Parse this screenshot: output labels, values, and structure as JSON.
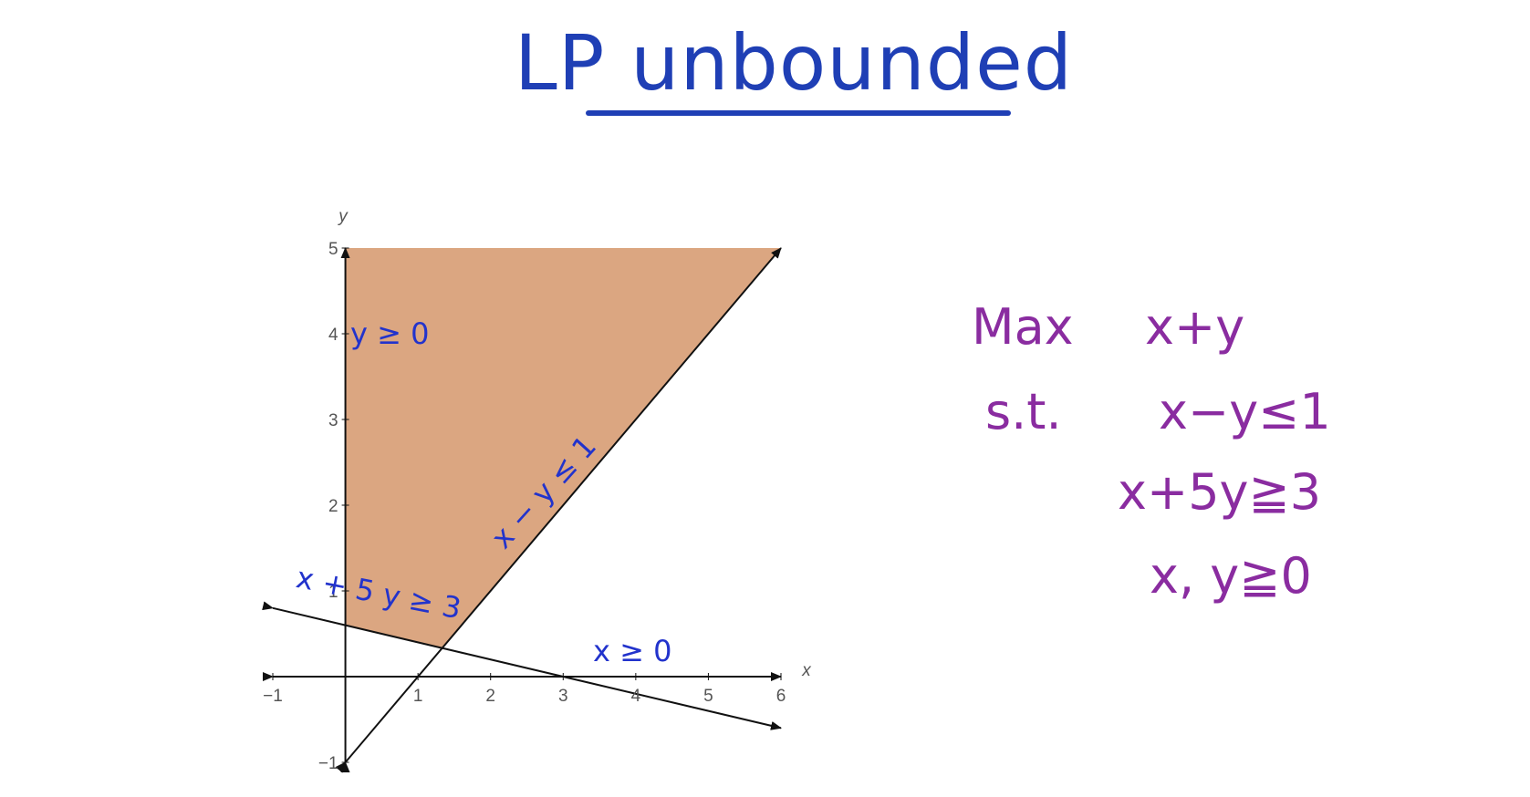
{
  "title": "LP unbounded",
  "colors": {
    "title": "#1f3fb5",
    "feasible_region": "#d9a17a",
    "constraint_label": "#2233cc",
    "formulation": "#8a2ca0",
    "axis": "#111111"
  },
  "chart_data": {
    "type": "line",
    "xlabel": "x",
    "ylabel": "y",
    "xlim": [
      -1,
      6
    ],
    "ylim": [
      -1,
      5
    ],
    "x_ticks": [
      "−1",
      "1",
      "2",
      "3",
      "4",
      "5",
      "6"
    ],
    "y_ticks": [
      "−1",
      "1",
      "2",
      "3",
      "4",
      "5"
    ],
    "grid": false,
    "feasible_region": [
      [
        0,
        0.6
      ],
      [
        0,
        5
      ],
      [
        6,
        5
      ],
      [
        1.3333,
        0.3333
      ]
    ],
    "lines": [
      {
        "label": "x − y ≤ 1",
        "points": [
          [
            0,
            -1
          ],
          [
            6,
            5
          ]
        ]
      },
      {
        "label": "x + 5 y ≥ 3",
        "points": [
          [
            -1,
            0.8
          ],
          [
            6,
            -0.6
          ]
        ]
      },
      {
        "label": "x ≥ 0",
        "points": [
          [
            -1,
            0
          ],
          [
            6,
            0
          ]
        ]
      },
      {
        "label": "y ≥ 0",
        "points": [
          [
            0,
            -1
          ],
          [
            0,
            5
          ]
        ]
      }
    ]
  },
  "formulation": {
    "objective_keyword": "Max",
    "objective": "x+y",
    "st_keyword": "s.t.",
    "constraints": [
      "x−y≤1",
      "x+5y≧3",
      "x, y≧0"
    ]
  }
}
